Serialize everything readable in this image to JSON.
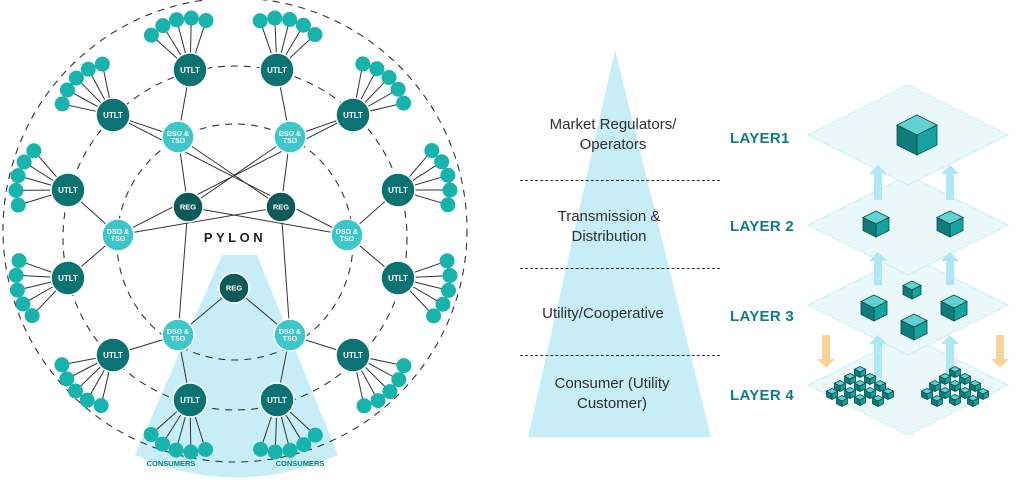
{
  "network": {
    "hub_label": "REG",
    "mid_label": "DSO &\nTSO",
    "util_label": "UTLT",
    "brand": "PYLON",
    "consumers_label": "CONSUMERS"
  },
  "pyramid": {
    "tiers": [
      "Market Regulators/ Operators",
      "Transmission & Distribution",
      "Utility/Cooperative",
      "Consumer (Utility Customer)"
    ]
  },
  "layers": [
    "LAYER1",
    "LAYER 2",
    "LAYER 3",
    "LAYER 4"
  ],
  "colors": {
    "dark_node": "#0e5a58",
    "utlt_node": "#0b7472",
    "mid_node": "#3ec7c9",
    "leaf_node": "#18b3ad",
    "light_fill": "#c7eef6",
    "label_teal": "#0d7f82",
    "down_arrow": "#f7d59a"
  }
}
